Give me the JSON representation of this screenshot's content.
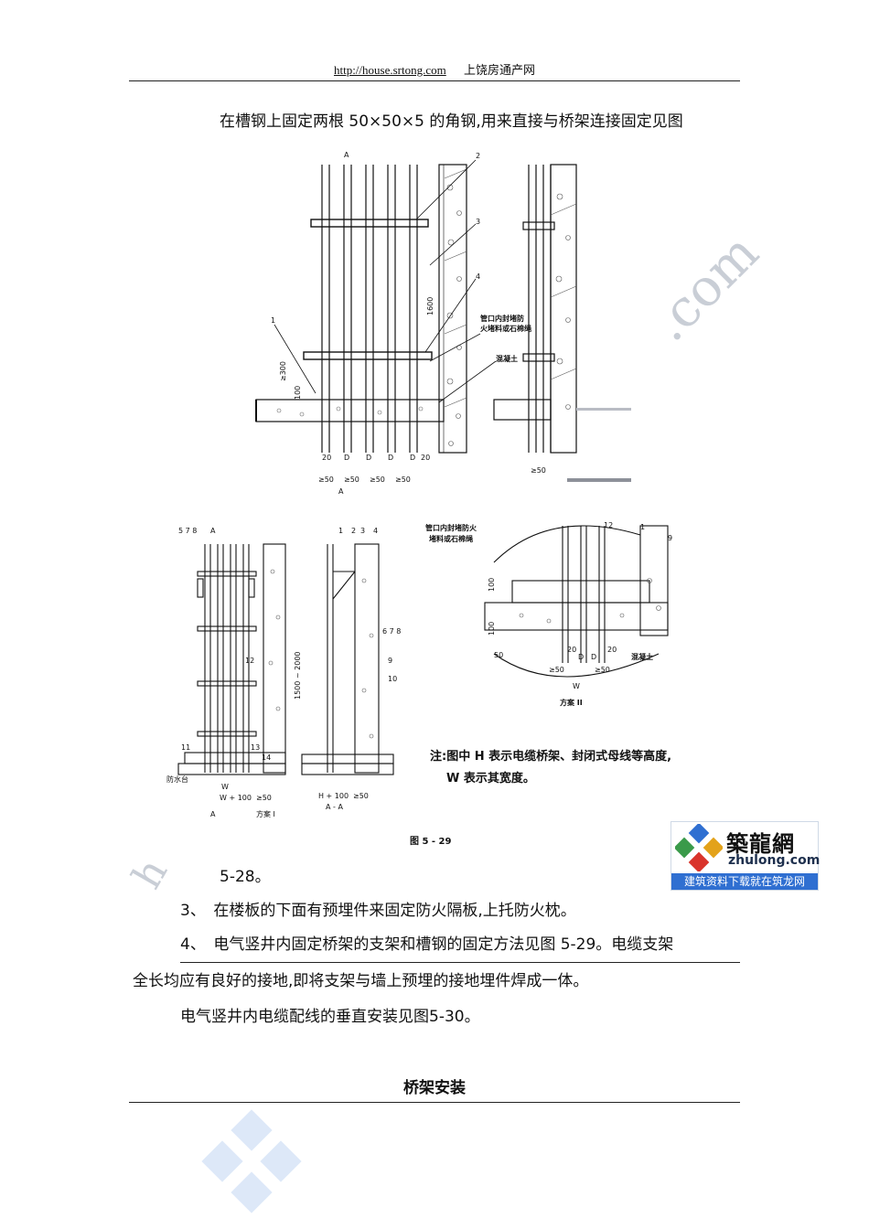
{
  "header": {
    "url": "http://house.srtong.com",
    "site": "上饶房通产网"
  },
  "paragraphs": {
    "p1": "在槽钢上固定两根 50×50×5 的角钢,用来直接与桥架连接固定见图",
    "p2": "5-28。",
    "p3": "3、　在楼板的下面有预埋件来固定防火隔板,上托防火枕。",
    "p4a": "4、　电气竖井内固定桥架的支架和槽钢的固定方法见图 5-29。电缆支架",
    "p4b": "全长均应有良好的接地,即将支架与墙上预埋的接地埋件焊成一体。",
    "p5": "电气竖井内电缆配线的垂直安装见图5-30。"
  },
  "figure": {
    "caption": "图 5 - 29",
    "note_line1": "注:图中 H 表示电缆桥架、封闭式母线等高度,",
    "note_line2": "W 表示其宽度。",
    "upper_labels": {
      "section": "A",
      "n1": "1",
      "n2": "2",
      "n3": "3",
      "n4": "4",
      "dim1600": "1600",
      "dim300": "≥300",
      "dim100": "100",
      "seal": "管口内封堵防",
      "seal2": "火堵料或石棉绳",
      "concrete": "混凝土",
      "d20a": "20",
      "dD1": "D",
      "dD2": "D",
      "dD3": "D",
      "dD4": "D",
      "d20b": "20",
      "g50a": "≥50",
      "g50b": "≥50",
      "g50c": "≥50",
      "g50d": "≥50",
      "g50r": "≥50"
    },
    "lower_labels": {
      "n578": "5 7 8",
      "nA": "A",
      "n12": "12",
      "n11": "11",
      "n13": "13",
      "n14": "14",
      "platform": "防水台",
      "dimW": "W",
      "dimW100": "W + 100",
      "g50": "≥50",
      "scheme1": "方案 I",
      "n1": "1",
      "n2": "2",
      "n3": "3",
      "n4": "4",
      "n678": "6 7 8",
      "n9": "9",
      "n10": "10",
      "dim1500": "1500 ~ 2000",
      "dimH": "H + 100",
      "g50b": "≥50",
      "secAA": "A - A",
      "seal": "管口内封堵防火",
      "seal2": "堵料或石棉绳",
      "r12": "12",
      "r1": "1",
      "r9": "9",
      "r100a": "100",
      "r100b": "100",
      "r50": "50",
      "r20a": "20",
      "rD1": "D",
      "rD2": "D",
      "r20b": "20",
      "rg50a": "≥50",
      "rg50b": "≥50",
      "rW": "W",
      "rconcrete": "混凝土",
      "scheme2": "方案 II"
    }
  },
  "logo": {
    "cn": "築龍網",
    "en": "zhulong.com",
    "slogan": "建筑资料下载就在筑龙网"
  },
  "section_heading": "桥架安装",
  "watermark": {
    "com": ".com",
    "h": "h"
  }
}
